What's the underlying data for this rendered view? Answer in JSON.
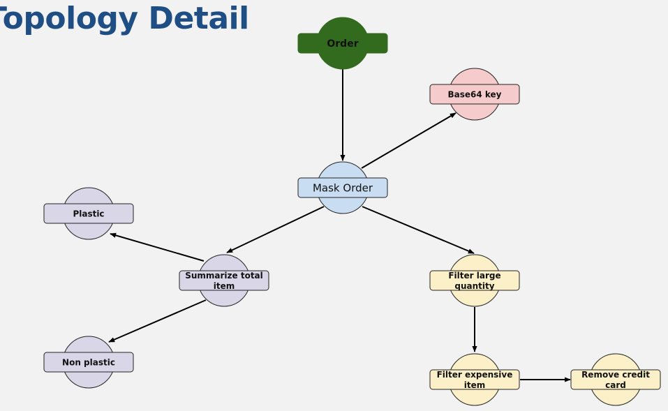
{
  "page": {
    "title": "Topology Detail"
  },
  "colors": {
    "title": "#1f4e85",
    "order": "#326b1e",
    "key": "#f6cbcb",
    "mask": "#c9ddf2",
    "filter": "#fcf0c8",
    "summary": "#d9d6e8",
    "edge": "#000000"
  },
  "nodes": {
    "order": {
      "label": "Order",
      "lines": [
        "Order"
      ],
      "theme": "order"
    },
    "base64": {
      "label": "Base64 key",
      "lines": [
        "Base64 key"
      ],
      "theme": "key"
    },
    "mask": {
      "label": "Mask Order",
      "lines": [
        "Mask Order"
      ],
      "theme": "mask"
    },
    "plastic": {
      "label": "Plastic",
      "lines": [
        "Plastic"
      ],
      "theme": "summary"
    },
    "summarize": {
      "label": "Summarize total item",
      "lines": [
        "Summarize total",
        "item"
      ],
      "theme": "summary"
    },
    "nonplastic": {
      "label": "Non plastic",
      "lines": [
        "Non plastic"
      ],
      "theme": "summary"
    },
    "filterlarge": {
      "label": "Filter large quantity",
      "lines": [
        "Filter large",
        "quantity"
      ],
      "theme": "filter"
    },
    "filterexpensive": {
      "label": "Filter expensive item",
      "lines": [
        "Filter expensive",
        "item"
      ],
      "theme": "filter"
    },
    "removecard": {
      "label": "Remove credit card",
      "lines": [
        "Remove credit",
        "card"
      ],
      "theme": "filter"
    }
  },
  "edges": [
    {
      "from": "order",
      "to": "mask"
    },
    {
      "from": "mask",
      "to": "base64"
    },
    {
      "from": "mask",
      "to": "summarize"
    },
    {
      "from": "mask",
      "to": "filterlarge"
    },
    {
      "from": "summarize",
      "to": "plastic"
    },
    {
      "from": "summarize",
      "to": "nonplastic"
    },
    {
      "from": "filterlarge",
      "to": "filterexpensive"
    },
    {
      "from": "filterexpensive",
      "to": "removecard"
    }
  ]
}
